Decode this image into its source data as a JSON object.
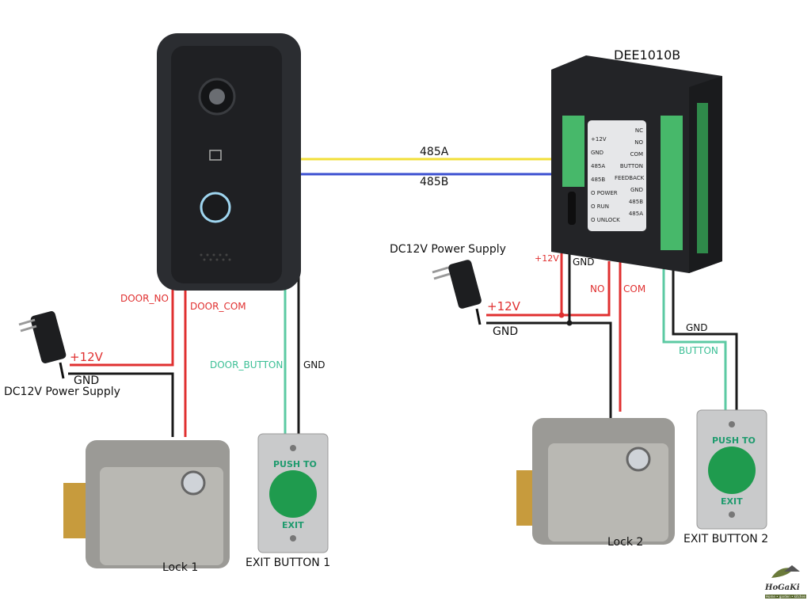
{
  "diagram": {
    "title": "Doorbell + DEE1010B Lock Wiring",
    "controller_label": "DEE1010B",
    "bus": {
      "a_label": "485A",
      "b_label": "485B",
      "a_color": "#f2df3a",
      "b_color": "#3a4fd0"
    },
    "colors": {
      "power": "#e03030",
      "ground": "#1a1a1a",
      "button": "#5ccaa3"
    },
    "controller_panel": {
      "left": [
        "+12V",
        "GND",
        "485A",
        "485B",
        "O POWER",
        "O RUN",
        "O UNLOCK"
      ],
      "right": [
        "NC",
        "NO",
        "COM",
        "BUTTON",
        "FEEDBACK",
        "GND",
        "485B",
        "485A"
      ]
    },
    "left_side": {
      "door_no": "DOOR_NO",
      "door_com": "DOOR_COM",
      "door_button": "DOOR_BUTTON",
      "gnd": "GND",
      "psu_plus": "+12V",
      "psu_gnd": "GND",
      "psu_label": "DC12V Power Supply",
      "lock_label": "Lock 1",
      "exit_label": "EXIT BUTTON 1"
    },
    "right_side": {
      "psu_label": "DC12V Power Supply",
      "plus12": "+12V",
      "gnd_top": "GND",
      "no": "NO",
      "com": "COM",
      "psu_plus": "+12V",
      "psu_gnd": "GND",
      "btn_gnd": "GND",
      "button": "BUTTON",
      "lock_label": "Lock 2",
      "exit_label": "EXIT BUTTON 2"
    },
    "exit_button_text": {
      "top": "PUSH TO",
      "bottom": "EXIT"
    },
    "logo": {
      "name": "HoGaKi",
      "tagline": "Home • garden • kitchen"
    }
  }
}
